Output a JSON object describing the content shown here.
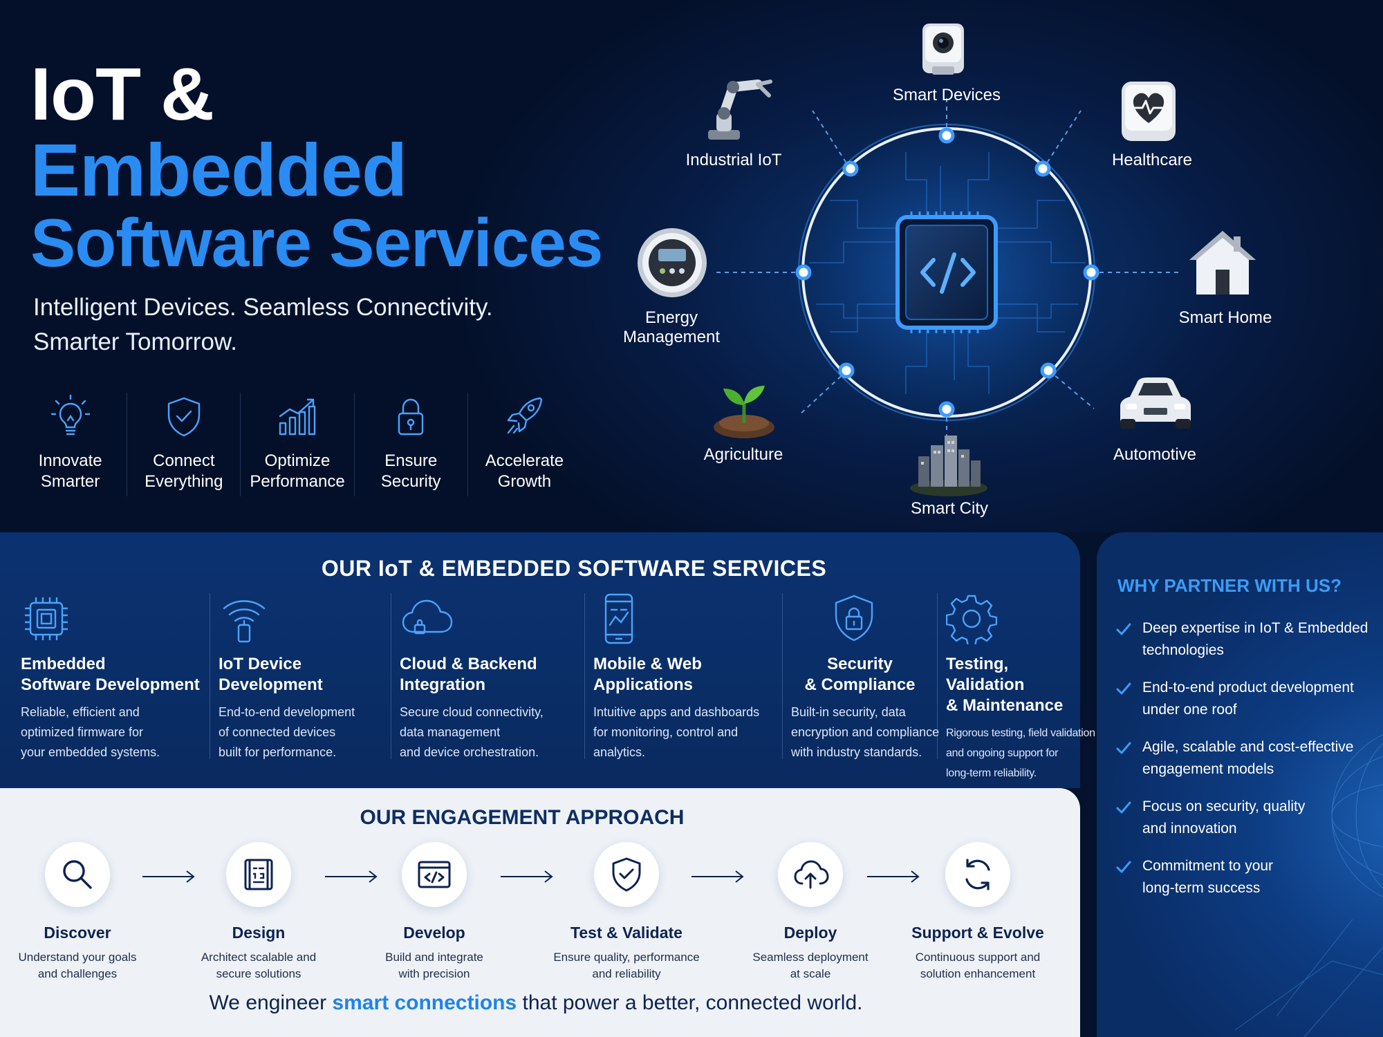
{
  "hero": {
    "title_line1": "IoT &",
    "title_line2": "Embedded",
    "title_line3": "Software Services",
    "tagline_line1": "Intelligent Devices. Seamless Connectivity.",
    "tagline_line2": "Smarter Tomorrow.",
    "pillars": [
      {
        "icon": "lightbulb-icon",
        "line1": "Innovate",
        "line2": "Smarter"
      },
      {
        "icon": "shield-check-icon",
        "line1": "Connect",
        "line2": "Everything"
      },
      {
        "icon": "bar-chart-icon",
        "line1": "Optimize",
        "line2": "Performance"
      },
      {
        "icon": "padlock-icon",
        "line1": "Ensure",
        "line2": "Security"
      },
      {
        "icon": "rocket-icon",
        "line1": "Accelerate",
        "line2": "Growth"
      }
    ]
  },
  "hub": {
    "center_icon": "code-chip-icon",
    "nodes": [
      {
        "icon": "camera-icon",
        "line1": "Smart Devices",
        "line2": ""
      },
      {
        "icon": "robot-arm-icon",
        "line1": "Industrial IoT",
        "line2": ""
      },
      {
        "icon": "heart-monitor-icon",
        "line1": "Healthcare",
        "line2": ""
      },
      {
        "icon": "energy-meter-icon",
        "line1": "Energy",
        "line2": "Management"
      },
      {
        "icon": "house-icon",
        "line1": "Smart Home",
        "line2": ""
      },
      {
        "icon": "sprout-icon",
        "line1": "Agriculture",
        "line2": ""
      },
      {
        "icon": "car-icon",
        "line1": "Automotive",
        "line2": ""
      },
      {
        "icon": "city-icon",
        "line1": "Smart City",
        "line2": ""
      }
    ]
  },
  "services": {
    "title": "OUR IoT & EMBEDDED SOFTWARE SERVICES",
    "items": [
      {
        "icon": "chip-icon",
        "name1": "Embedded",
        "name2": "Software Development",
        "desc": [
          "Reliable, efficient and",
          "optimized firmware for",
          "your embedded systems."
        ]
      },
      {
        "icon": "wifi-device-icon",
        "name1": "IoT Device",
        "name2": "Development",
        "desc": [
          "End-to-end development",
          "of connected devices",
          "built for performance."
        ]
      },
      {
        "icon": "cloud-icon",
        "name1": "Cloud & Backend",
        "name2": "Integration",
        "desc": [
          "Secure cloud connectivity,",
          "data management",
          "and device orchestration."
        ]
      },
      {
        "icon": "mobile-icon",
        "name1": "Mobile & Web",
        "name2": "Applications",
        "desc": [
          "Intuitive apps and dashboards",
          "for monitoring, control and",
          "analytics."
        ]
      },
      {
        "icon": "shield-lock-icon",
        "name1": "Security",
        "name2": "& Compliance",
        "desc": [
          "Built-in security, data",
          "encryption and compliance",
          "with industry standards."
        ]
      },
      {
        "icon": "gear-icon",
        "name1": "Testing, Validation",
        "name2": "& Maintenance",
        "desc": [
          "Rigorous testing, field validation",
          "and ongoing support for",
          "long-term reliability."
        ]
      }
    ]
  },
  "why": {
    "title": "WHY PARTNER WITH US?",
    "items": [
      {
        "line1": "Deep expertise in IoT & Embedded",
        "line2": "technologies"
      },
      {
        "line1": "End-to-end product development",
        "line2": "under one roof"
      },
      {
        "line1": "Agile, scalable and cost-effective",
        "line2": "engagement models"
      },
      {
        "line1": "Focus on security, quality",
        "line2": "and innovation"
      },
      {
        "line1": "Commitment to your",
        "line2": "long-term success"
      }
    ]
  },
  "engagement": {
    "title": "OUR ENGAGEMENT APPROACH",
    "steps": [
      {
        "icon": "magnifier-icon",
        "name": "Discover",
        "d1": "Understand your goals",
        "d2": "and challenges"
      },
      {
        "icon": "blueprint-icon",
        "name": "Design",
        "d1": "Architect scalable and",
        "d2": "secure solutions"
      },
      {
        "icon": "code-window-icon",
        "name": "Develop",
        "d1": "Build and integrate",
        "d2": "with precision"
      },
      {
        "icon": "shield-check-icon",
        "name": "Test & Validate",
        "d1": "Ensure quality, performance",
        "d2": "and reliability"
      },
      {
        "icon": "cloud-upload-icon",
        "name": "Deploy",
        "d1": "Seamless deployment",
        "d2": "at scale"
      },
      {
        "icon": "refresh-icon",
        "name": "Support & Evolve",
        "d1": "Continuous support and",
        "d2": "solution enhancement"
      }
    ]
  },
  "footer": {
    "pre": "We engineer ",
    "highlight": "smart connections",
    "post": " that power a better, connected world."
  },
  "colors": {
    "accent": "#2a8cf2",
    "dark_navy": "#041029",
    "panel_blue": "#0b3270",
    "light_panel": "#eef2f7"
  }
}
